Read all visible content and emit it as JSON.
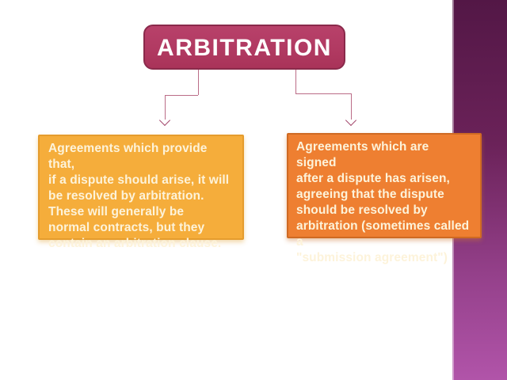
{
  "theme": {
    "title_fill": "#b13a62",
    "title_border": "#8a2a4b",
    "title_text": "#ffffff",
    "connector": "#bb6c87",
    "connector_arrow": "#a44a6e",
    "box1_fill": "#f5ad3b",
    "box1_border": "#e59c2d",
    "box2_fill": "#ee7f31",
    "box2_border": "#cf6a22",
    "box_text": "#fdf3da",
    "band_top": "#531746",
    "band_bottom": "#b154a9"
  },
  "slide": {
    "title": "ARBITRATION",
    "definitions": {
      "left": {
        "text": "Agreements which provide that,\nif a dispute should arise, it will\nbe resolved by arbitration.\nThese will generally be\nnormal contracts, but they\ncontain an arbitration clause."
      },
      "right": {
        "text": "Agreements which are signed\nafter a dispute has arisen,\nagreeing that the dispute\nshould be resolved by\narbitration (sometimes called a\n\"submission agreement\")"
      }
    }
  }
}
